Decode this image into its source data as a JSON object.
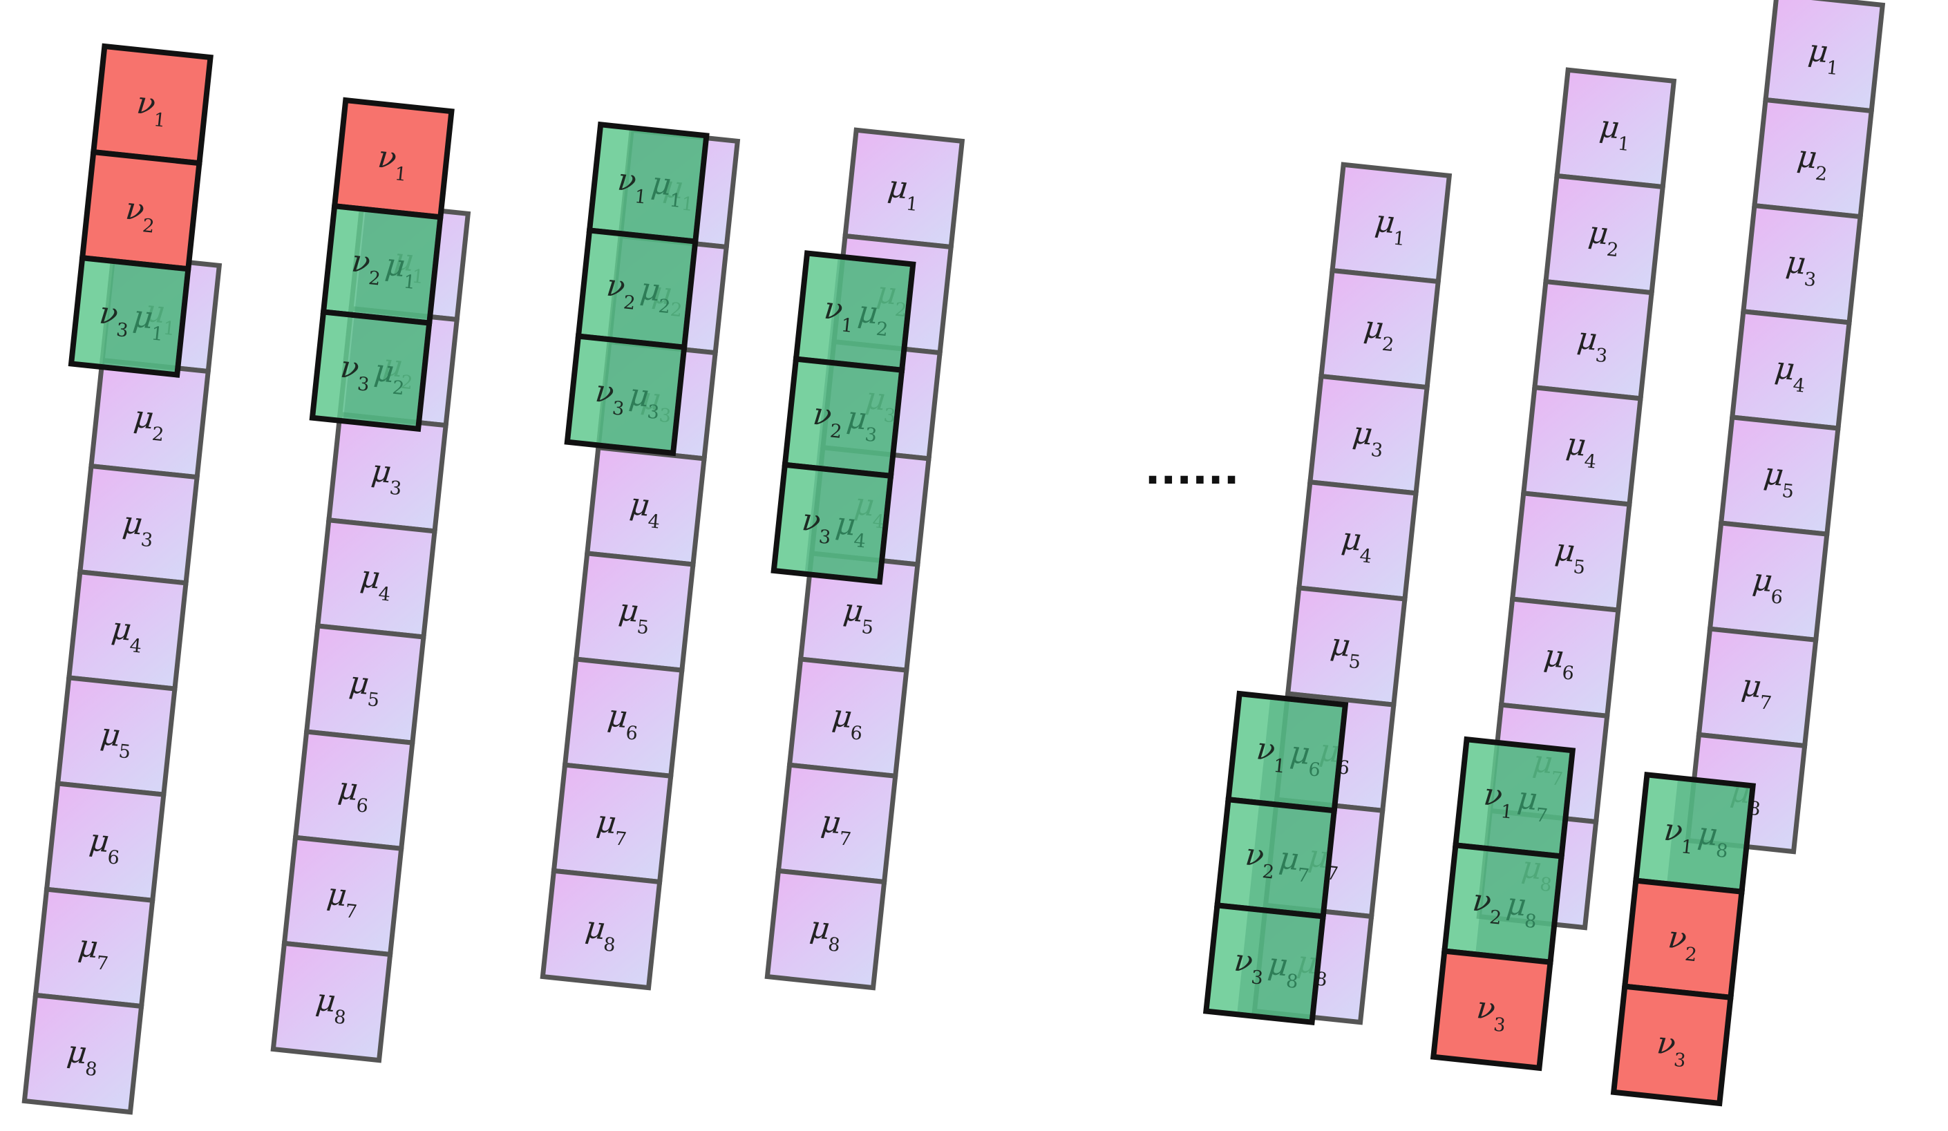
{
  "figure": {
    "mu_labels": [
      "μ1",
      "μ2",
      "μ3",
      "μ4",
      "μ5",
      "μ6",
      "μ7",
      "μ8"
    ],
    "ellipsis": "......",
    "colors": {
      "mu_fill_top": "#e8b8f4",
      "mu_fill_bottom": "#d6d8f7",
      "mu_stroke": "#555555",
      "nu_red": "#f7736d",
      "nu_green": "#62c98f",
      "nu_green_text": "#1f6a46",
      "nu_stroke": "#111111",
      "overlap_text": "#2e7d57"
    },
    "groups": [
      {
        "name": "step-1",
        "mu": [
          "μ1",
          "μ2",
          "μ3",
          "μ4",
          "μ5",
          "μ6",
          "μ7",
          "μ8"
        ],
        "nu": [
          {
            "label": "ν1",
            "state": "unmatched"
          },
          {
            "label": "ν2",
            "state": "unmatched"
          },
          {
            "label": "ν3",
            "state": "matched",
            "pair": "μ1"
          }
        ]
      },
      {
        "name": "step-2",
        "mu": [
          "μ1",
          "μ2",
          "μ3",
          "μ4",
          "μ5",
          "μ6",
          "μ7",
          "μ8"
        ],
        "nu": [
          {
            "label": "ν1",
            "state": "unmatched"
          },
          {
            "label": "ν2",
            "state": "matched",
            "pair": "μ1"
          },
          {
            "label": "ν3",
            "state": "matched",
            "pair": "μ2"
          }
        ]
      },
      {
        "name": "step-3",
        "mu": [
          "μ1",
          "μ2",
          "μ3",
          "μ4",
          "μ5",
          "μ6",
          "μ7",
          "μ8"
        ],
        "nu": [
          {
            "label": "ν1",
            "state": "matched",
            "pair": "μ1"
          },
          {
            "label": "ν2",
            "state": "matched",
            "pair": "μ2"
          },
          {
            "label": "ν3",
            "state": "matched",
            "pair": "μ3"
          }
        ]
      },
      {
        "name": "step-4",
        "mu": [
          "μ1",
          "μ2",
          "μ3",
          "μ4",
          "μ5",
          "μ6",
          "μ7",
          "μ8"
        ],
        "nu": [
          {
            "label": "ν1",
            "state": "matched",
            "pair": "μ2"
          },
          {
            "label": "ν2",
            "state": "matched",
            "pair": "μ3"
          },
          {
            "label": "ν3",
            "state": "matched",
            "pair": "μ4"
          }
        ]
      },
      {
        "name": "step-n-2",
        "mu": [
          "μ1",
          "μ2",
          "μ3",
          "μ4",
          "μ5",
          "μ6",
          "μ7",
          "μ8"
        ],
        "nu": [
          {
            "label": "ν1",
            "state": "matched",
            "pair": "μ6"
          },
          {
            "label": "ν2",
            "state": "matched",
            "pair": "μ7"
          },
          {
            "label": "ν3",
            "state": "matched",
            "pair": "μ8"
          }
        ]
      },
      {
        "name": "step-n-1",
        "mu": [
          "μ1",
          "μ2",
          "μ3",
          "μ4",
          "μ5",
          "μ6",
          "μ7",
          "μ8"
        ],
        "nu": [
          {
            "label": "ν1",
            "state": "matched",
            "pair": "μ7"
          },
          {
            "label": "ν2",
            "state": "matched",
            "pair": "μ8"
          },
          {
            "label": "ν3",
            "state": "unmatched"
          }
        ]
      },
      {
        "name": "step-n",
        "mu": [
          "μ1",
          "μ2",
          "μ3",
          "μ4",
          "μ5",
          "μ6",
          "μ7",
          "μ8"
        ],
        "nu": [
          {
            "label": "ν1",
            "state": "matched",
            "pair": "μ8"
          },
          {
            "label": "ν2",
            "state": "unmatched"
          },
          {
            "label": "ν3",
            "state": "unmatched"
          }
        ]
      }
    ]
  }
}
